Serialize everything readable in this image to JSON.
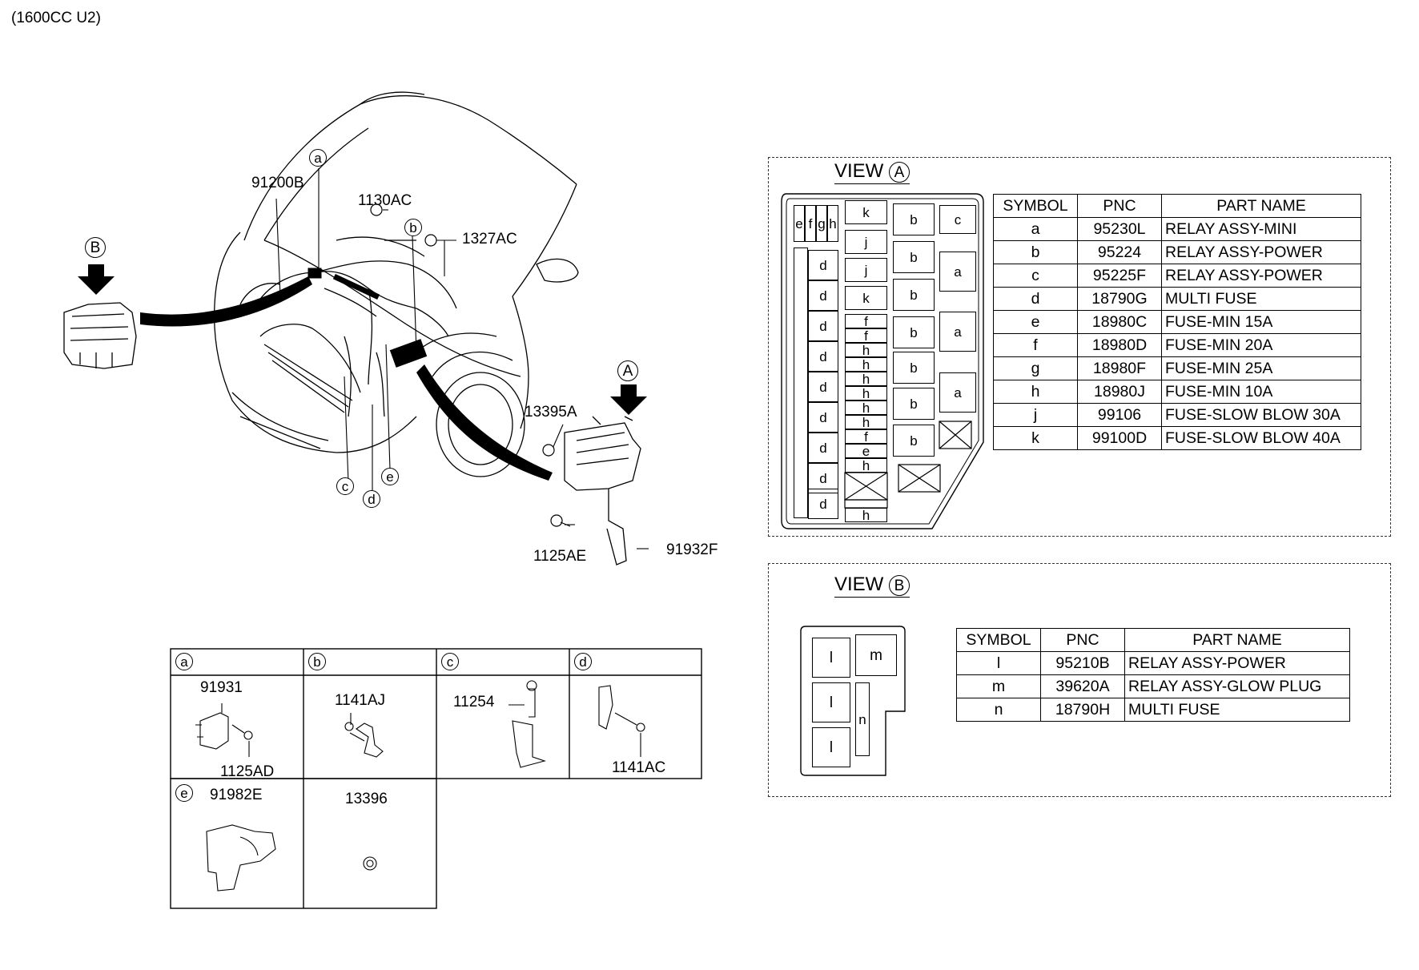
{
  "model_label": "(1600CC U2)",
  "main_callouts": {
    "p91200B": "91200B",
    "p1130AC": "1130AC",
    "p1327AC": "1327AC",
    "p13395A": "13395A",
    "p1125AE": "1125AE",
    "p91932F": "91932F"
  },
  "markers": {
    "a": "a",
    "b": "b",
    "c": "c",
    "d": "d",
    "e": "e",
    "A": "A",
    "B": "B"
  },
  "view_a": {
    "title": "VIEW",
    "marker": "A",
    "table": {
      "headers": [
        "SYMBOL",
        "PNC",
        "PART NAME"
      ],
      "rows": [
        [
          "a",
          "95230L",
          "RELAY ASSY-MINI"
        ],
        [
          "b",
          "95224",
          "RELAY ASSY-POWER"
        ],
        [
          "c",
          "95225F",
          "RELAY ASSY-POWER"
        ],
        [
          "d",
          "18790G",
          "MULTI FUSE"
        ],
        [
          "e",
          "18980C",
          "FUSE-MIN 15A"
        ],
        [
          "f",
          "18980D",
          "FUSE-MIN 20A"
        ],
        [
          "g",
          "18980F",
          "FUSE-MIN 25A"
        ],
        [
          "h",
          "18980J",
          "FUSE-MIN 10A"
        ],
        [
          "j",
          "99106",
          "FUSE-SLOW BLOW 30A"
        ],
        [
          "k",
          "99100D",
          "FUSE-SLOW BLOW 40A"
        ]
      ]
    },
    "box": {
      "efgh": [
        "e",
        "f",
        "g",
        "h"
      ],
      "d_col": [
        "d",
        "d",
        "d",
        "d",
        "d",
        "d",
        "d",
        "d",
        "d"
      ],
      "mid_top": [
        "k",
        "j",
        "j",
        "k"
      ],
      "mid_small": [
        "f",
        "f",
        "h",
        "h",
        "h",
        "h",
        "h",
        "h",
        "f",
        "e",
        "h"
      ],
      "mid_bottom": "h",
      "b_col": [
        "b",
        "b",
        "b",
        "b",
        "b",
        "b",
        "b"
      ],
      "right_col": [
        "c",
        "a",
        "a",
        "a"
      ]
    }
  },
  "view_b": {
    "title": "VIEW",
    "marker": "B",
    "table": {
      "headers": [
        "SYMBOL",
        "PNC",
        "PART NAME"
      ],
      "rows": [
        [
          "l",
          "95210B",
          "RELAY ASSY-POWER"
        ],
        [
          "m",
          "39620A",
          "RELAY ASSY-GLOW PLUG"
        ],
        [
          "n",
          "18790H",
          "MULTI FUSE"
        ]
      ]
    },
    "box": {
      "l1": "l",
      "l2": "l",
      "l3": "l",
      "m": "m",
      "n": "n"
    }
  },
  "detail_grid": {
    "a": {
      "key": "a",
      "parts": [
        "91931",
        "1125AD"
      ]
    },
    "b": {
      "key": "b",
      "parts": [
        "1141AJ"
      ]
    },
    "c": {
      "key": "c",
      "parts": [
        "11254"
      ]
    },
    "d": {
      "key": "d",
      "parts": [
        "1141AC"
      ]
    },
    "e": {
      "key": "e",
      "parts": [
        "91982E"
      ]
    },
    "f": {
      "parts": [
        "13396"
      ]
    }
  }
}
